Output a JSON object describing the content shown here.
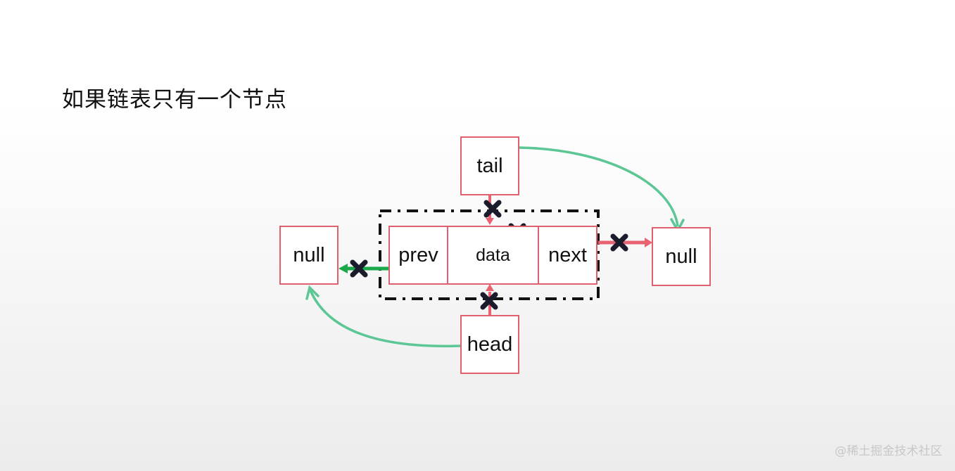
{
  "title": "如果链表只有一个节点",
  "nodes": {
    "tail": "tail",
    "head": "head",
    "null_left": "null",
    "null_right": "null",
    "prev": "prev",
    "data": "data",
    "next": "next"
  },
  "watermark": "@稀土掘金技术社区",
  "colors": {
    "box_border": "#e06070",
    "pointer_red": "#e86272",
    "pointer_green": "#1aa84a",
    "curve_green": "#5cc794",
    "cross": "#1b1c2b"
  }
}
